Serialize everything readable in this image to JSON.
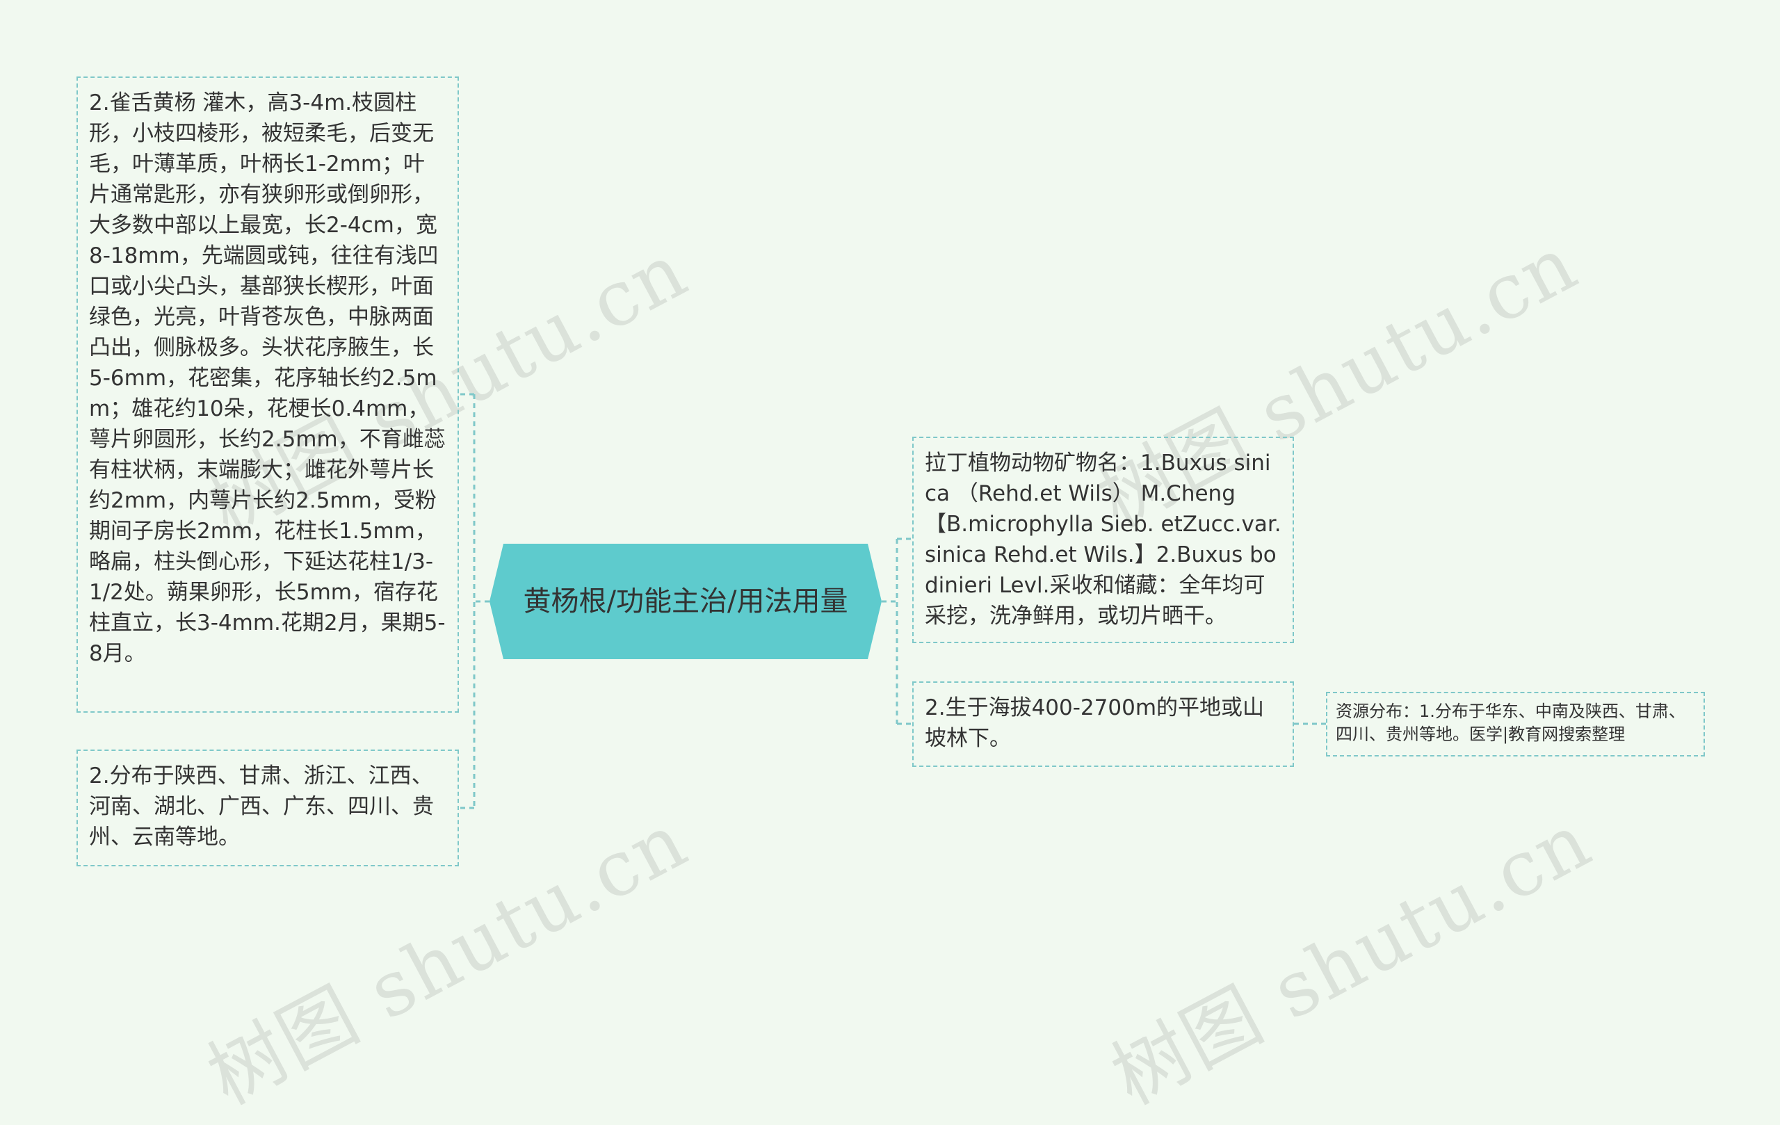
{
  "center": {
    "label": "黄杨根/功能主治/用法用量"
  },
  "left_nodes": [
    {
      "text": "2.雀舌黄杨 灌木，高3-4m.枝圆柱形，小枝四棱形，被短柔毛，后变无毛，叶薄革质，叶柄长1-2mm；叶片通常匙形，亦有狭卵形或倒卵形，大多数中部以上最宽，长2-4cm，宽8-18mm，先端圆或钝，往往有浅凹口或小尖凸头，基部狭长楔形，叶面绿色，光亮，叶背苍灰色，中脉两面凸出，侧脉极多。头状花序腋生，长5-6mm，花密集，花序轴长约2.5mm；雄花约10朵，花梗长0.4mm，萼片卵圆形，长约2.5mm，不育雌蕊有柱状柄，末端膨大；雌花外萼片长约2mm，内萼片长约2.5mm，受粉期间子房长2mm，花柱长1.5mm，略扁，柱头倒心形，下延达花柱1/3-1/2处。蒴果卵形，长5mm，宿存花柱直立，长3-4mm.花期2月，果期5-8月。"
    },
    {
      "text": "2.分布于陕西、甘肃、浙江、江西、河南、湖北、广西、广东、四川、贵州、云南等地。"
    }
  ],
  "right_nodes": [
    {
      "text": "拉丁植物动物矿物名：1.Buxus sinica （Rehd.et Wils） M.Cheng 【B.microphylla Sieb. etZucc.var.sinica Rehd.et Wils.】2.Buxus bodinieri Levl.采收和储藏：全年均可采挖，洗净鲜用，或切片晒干。"
    },
    {
      "text": "2.生于海拔400-2700m的平地或山坡林下。",
      "child": {
        "text": "资源分布：1.分布于华东、中南及陕西、甘肃、四川、贵州等地。医学|教育网搜索整理"
      }
    }
  ],
  "watermarks": [
    "树图 shutu.cn",
    "树图 shutu.cn",
    "树图 shutu.cn",
    "树图 shutu.cn"
  ],
  "colors": {
    "background": "#f1f9f0",
    "center_fill": "#5ecbcd",
    "border": "#7fc8c9",
    "connector": "#7fc8c9"
  }
}
